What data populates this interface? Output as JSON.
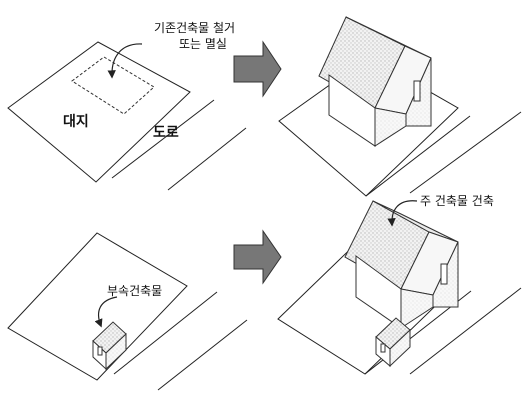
{
  "labels": {
    "demolish_line1": "기존건축물 철거",
    "demolish_line2": "또는 멸실",
    "site": "대지",
    "road": "도로",
    "accessory_building": "부속건축물",
    "main_building": "주 건축물 건축"
  },
  "colors": {
    "line": "#222222",
    "arrow_fill": "#777777",
    "roof_texture": "#bdbdbd",
    "wall_texture": "#dadada",
    "background": "#ffffff"
  }
}
